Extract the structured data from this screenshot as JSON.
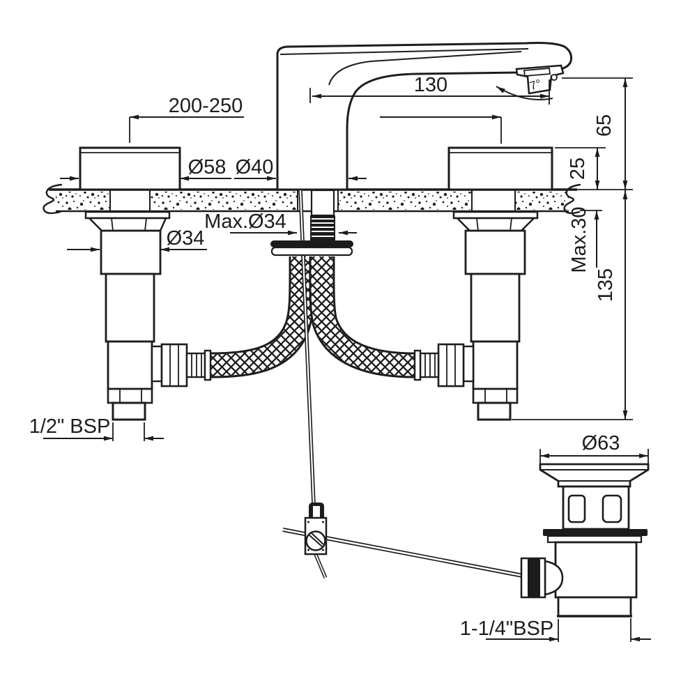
{
  "drawing": {
    "title": "basin-mixer-installation-drawing",
    "background": "#ffffff",
    "ink": "#1c1c1c",
    "labels": {
      "spout_reach": "130",
      "hole_spacing": "200-250",
      "handle_dia": "Ø58",
      "spout_base_dia": "Ø40",
      "spout_height": "65",
      "handle_height": "25",
      "max_hole_dia": "Max.Ø34",
      "valve_dia": "Ø34",
      "max_deck_thickness": "Max.30",
      "under_deck_length": "135",
      "inlet_thread": "1/2\" BSP",
      "waste_flange_dia": "Ø63",
      "waste_thread": "1-1/4\"BSP",
      "aerator_angle": "7°"
    }
  }
}
